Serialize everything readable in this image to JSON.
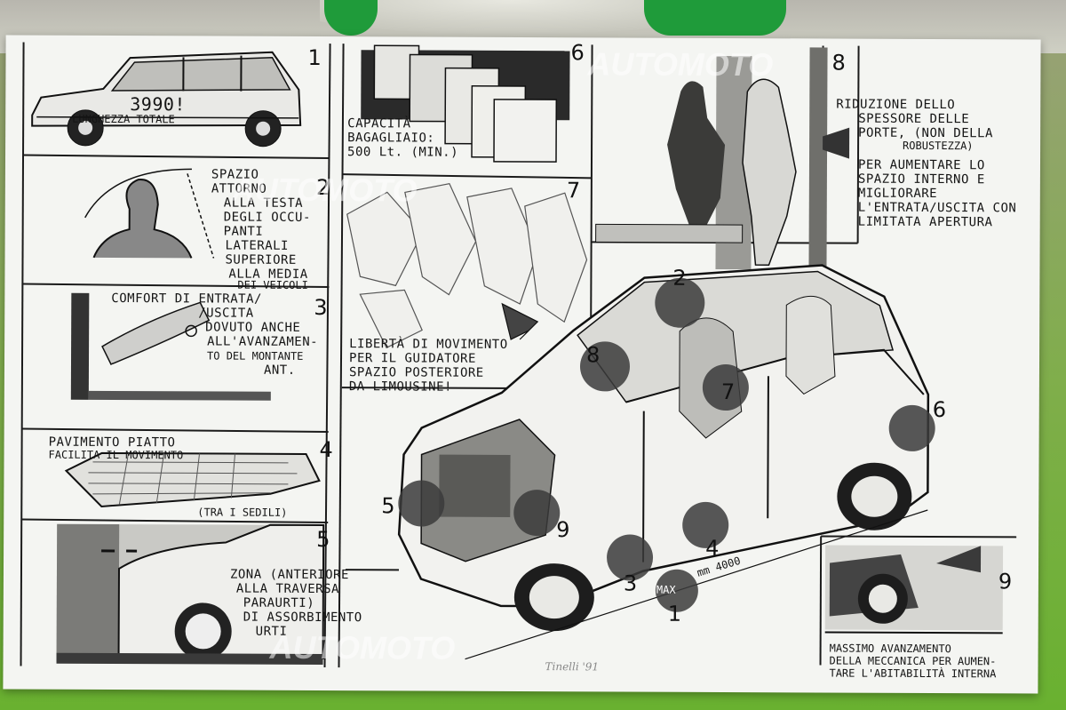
{
  "panels": [
    {
      "number": "1",
      "lines": [
        "3990!",
        "LUNGHEZZA TOTALE"
      ]
    },
    {
      "number": "2",
      "lines": [
        "SPAZIO",
        "ATTORNO",
        "ALLA TESTA",
        "DEGLI OCCU-",
        "PANTI",
        "LATERALI",
        "SUPERIORE",
        "ALLA MEDIA",
        "DEI VEICOLI"
      ]
    },
    {
      "number": "3",
      "lines": [
        "COMFORT DI ENTRATA/",
        "/USCITA",
        "DOVUTO ANCHE",
        "ALL'AVANZAMEN-",
        "TO DEL MONTANTE",
        "ANT."
      ]
    },
    {
      "number": "4",
      "lines": [
        "PAVIMENTO PIATTO",
        "FACILITA IL MOVIMENTO",
        "(TRA I SEDILI)"
      ]
    },
    {
      "number": "5",
      "lines": [
        "ZONA (ANTERIORE",
        "ALLA TRAVERSA",
        "PARAURTI)",
        "DI ASSORBIMENTO",
        "URTI"
      ]
    },
    {
      "number": "6",
      "lines": [
        "CAPACITÀ",
        "BAGAGLIAIO:",
        "500 Lt. (MIN.)"
      ]
    },
    {
      "number": "7",
      "lines": [
        "LIBERTÀ DI MOVIMENTO",
        "PER IL GUIDATORE",
        "SPAZIO POSTERIORE",
        "DA LIMOUSINE!"
      ]
    },
    {
      "number": "8",
      "lines": [
        "RIDUZIONE DELLO",
        "SPESSORE DELLE",
        "PORTE, (NON DELLA",
        "ROBUSTEZZA)",
        "PER AUMENTARE LO",
        "SPAZIO INTERNO E",
        "MIGLIORARE",
        "L'ENTRATA/USCITA CON",
        "LIMITATA APERTURA"
      ]
    },
    {
      "number": "9",
      "lines": [
        "MASSIMO AVANZAMENTO",
        "DELLA MECCANICA PER AUMEN-",
        "TARE L'ABITABILITÀ INTERNA"
      ]
    }
  ],
  "car_markers": [
    "2",
    "8",
    "7",
    "6",
    "5",
    "9",
    "4",
    "3",
    "1"
  ],
  "dimension": {
    "max": "MAX",
    "value": "mm 4000"
  },
  "watermark": "AUTOMOTO",
  "signature": "Tinelli '91"
}
